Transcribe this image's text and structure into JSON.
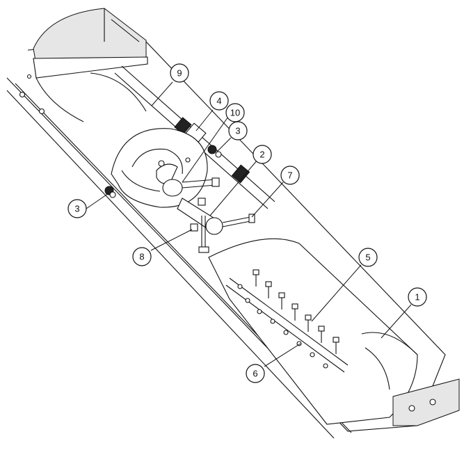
{
  "callouts": {
    "c1": "1",
    "c2": "2",
    "c3a": "3",
    "c3b": "3",
    "c4": "4",
    "c5": "5",
    "c6": "6",
    "c7": "7",
    "c8": "8",
    "c9": "9",
    "c10": "10"
  },
  "colors": {
    "line": "#111111",
    "background": "#ffffff",
    "shade": "#e6e6e6",
    "dark": "#222222"
  }
}
